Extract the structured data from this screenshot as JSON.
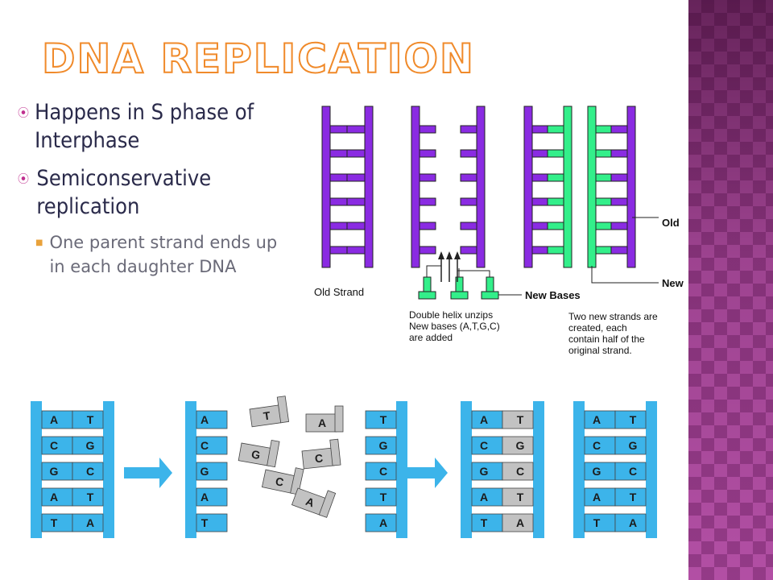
{
  "slide": {
    "title": "DNA Replication",
    "bullets": [
      {
        "text": "Happens in S phase of Interphase"
      },
      {
        "text": "Semiconservative replication"
      }
    ],
    "subbullet": {
      "text": "One parent strand ends up in each daughter DNA"
    }
  },
  "colors": {
    "accent": "#f08a2a",
    "bullet": "#c0308f",
    "old_strand": "#8a2be2",
    "new_strand": "#33ef8a",
    "band": "#b24fa4",
    "helix": "#3cb4ea",
    "base_gray": "#c2c2c2"
  },
  "top_figure": {
    "old_strand_label": "Old Strand",
    "new_bases_label": "New Bases",
    "old_label": "Old",
    "new_label": "New",
    "caption_unzip": [
      "Double helix unzips",
      "New bases (A,T,G,C)",
      "are added"
    ],
    "caption_new": [
      "Two new strands are",
      "created, each",
      "contain half of the",
      "original strand."
    ]
  },
  "bottom_figure": {
    "pairs": [
      [
        "A",
        "T"
      ],
      [
        "C",
        "G"
      ],
      [
        "G",
        "C"
      ],
      [
        "A",
        "T"
      ],
      [
        "T",
        "A"
      ]
    ],
    "free_bases": [
      "T",
      "G",
      "C",
      "A",
      "C"
    ]
  }
}
